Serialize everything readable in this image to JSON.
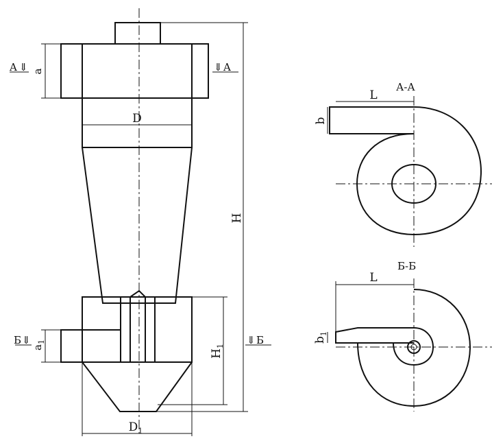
{
  "labels": {
    "a": "a",
    "D": "D",
    "H": "H",
    "a1_main": "a",
    "a1_sub": "1",
    "H1_main": "H",
    "H1_sub": "1",
    "D1_main": "D",
    "D1_sub": "1",
    "section_left_top": "A",
    "section_right_top": "A",
    "section_left_bottom": "Б",
    "section_right_bottom": "Б",
    "arrow_symbol": "⇓"
  },
  "views": {
    "aa": {
      "title": "А-А",
      "L": "L",
      "b": "b"
    },
    "bb": {
      "title": "Б-Б",
      "L": "L",
      "b1_main": "b",
      "b1_sub": "1"
    }
  }
}
